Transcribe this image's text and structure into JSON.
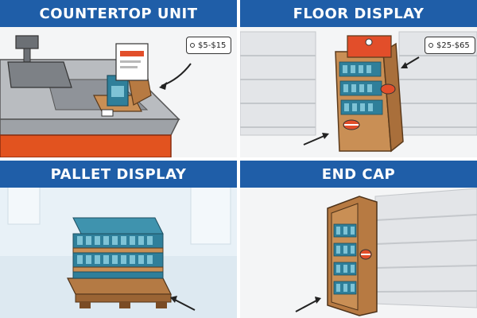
{
  "colors": {
    "banner": "#1f5ea8",
    "cardboard": "#c98f55",
    "accent_red": "#e24e2a",
    "product_teal": "#2f7f9a",
    "counter_orange": "#e2531f"
  },
  "panels": [
    {
      "title": "COUNTERTOP UNIT",
      "price": "$5-$15"
    },
    {
      "title": "FLOOR DISPLAY",
      "price": "$25-$65"
    },
    {
      "title": "PALLET DISPLAY"
    },
    {
      "title": "END CAP"
    }
  ]
}
